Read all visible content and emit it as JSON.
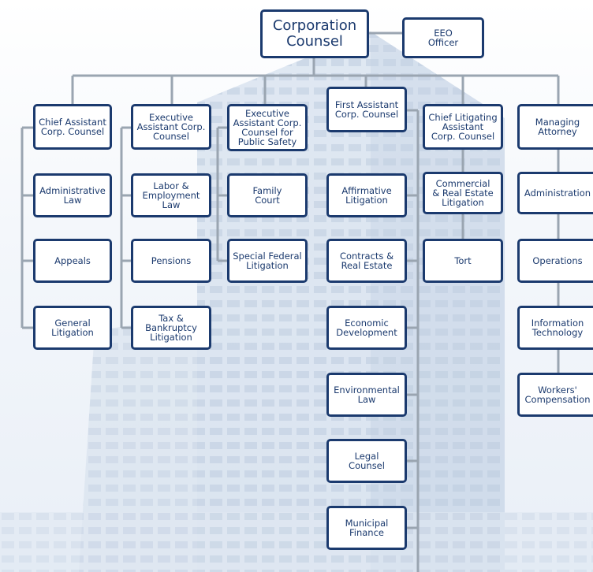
{
  "colors": {
    "box_border": "#1b3a6e",
    "box_text": "#1b3a6e",
    "connector": "#9aa5b1",
    "background_building": "#c7d5e6"
  },
  "top": {
    "corp_counsel": "Corporation\nCounsel",
    "eeo": "EEO\nOfficer"
  },
  "col1": [
    "Chief Assistant\nCorp. Counsel",
    "Administrative\nLaw",
    "Appeals",
    "General\nLitigation"
  ],
  "col2": [
    "Executive\nAssistant Corp.\nCounsel",
    "Labor &\nEmployment\nLaw",
    "Pensions",
    "Tax &\nBankruptcy\nLitigation"
  ],
  "col3": [
    "Executive\nAssistant Corp.\nCounsel for\nPublic Safety",
    "Family\nCourt",
    "Special Federal\nLitigation"
  ],
  "col4": [
    "First Assistant\nCorp. Counsel",
    "Affirmative\nLitigation",
    "Contracts &\nReal Estate",
    "Economic\nDevelopment",
    "Environmental\nLaw",
    "Legal\nCounsel",
    "Municipal\nFinance"
  ],
  "col5": [
    "Chief Litigating\nAssistant\nCorp. Counsel",
    "Commercial\n& Real Estate\nLitigation",
    "Tort"
  ],
  "col6": [
    "Managing\nAttorney",
    "Administration",
    "Operations",
    "Information\nTechnology",
    "Workers'\nCompensation"
  ]
}
